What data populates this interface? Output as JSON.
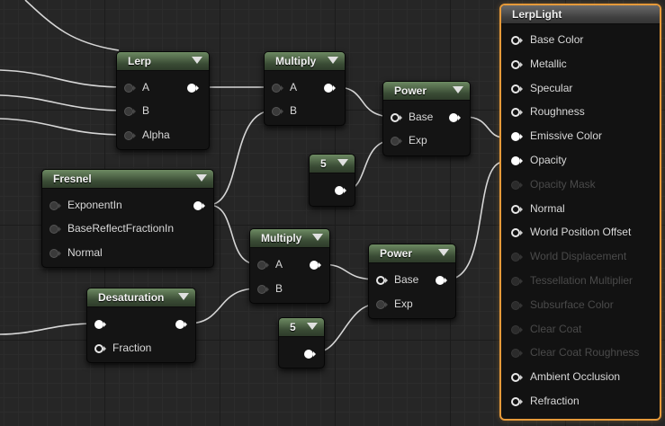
{
  "nodes": {
    "lerp": {
      "title": "Lerp",
      "in": [
        "A",
        "B",
        "Alpha"
      ]
    },
    "multiply1": {
      "title": "Multiply",
      "in": [
        "A",
        "B"
      ]
    },
    "power1": {
      "title": "Power",
      "in": [
        "Base",
        "Exp"
      ]
    },
    "const1": {
      "title": "5"
    },
    "fresnel": {
      "title": "Fresnel",
      "in": [
        "ExponentIn",
        "BaseReflectFractionIn",
        "Normal"
      ]
    },
    "multiply2": {
      "title": "Multiply",
      "in": [
        "A",
        "B"
      ]
    },
    "power2": {
      "title": "Power",
      "in": [
        "Base",
        "Exp"
      ]
    },
    "const2": {
      "title": "5"
    },
    "desaturation": {
      "title": "Desaturation",
      "in": [
        "Fraction"
      ]
    }
  },
  "result": {
    "title": "LerpLight",
    "inputs": [
      {
        "label": "Base Color",
        "enabled": true
      },
      {
        "label": "Metallic",
        "enabled": true
      },
      {
        "label": "Specular",
        "enabled": true
      },
      {
        "label": "Roughness",
        "enabled": true
      },
      {
        "label": "Emissive Color",
        "enabled": true
      },
      {
        "label": "Opacity",
        "enabled": true
      },
      {
        "label": "Opacity Mask",
        "enabled": false
      },
      {
        "label": "Normal",
        "enabled": true
      },
      {
        "label": "World Position Offset",
        "enabled": true
      },
      {
        "label": "World Displacement",
        "enabled": false
      },
      {
        "label": "Tessellation Multiplier",
        "enabled": false
      },
      {
        "label": "Subsurface Color",
        "enabled": false
      },
      {
        "label": "Clear Coat",
        "enabled": false
      },
      {
        "label": "Clear Coat Roughness",
        "enabled": false
      },
      {
        "label": "Ambient Occlusion",
        "enabled": true
      },
      {
        "label": "Refraction",
        "enabled": true
      }
    ]
  },
  "colors": {
    "result_outline": "#e69a3a",
    "node_header": "#4b6343",
    "wire": "#d6d6d6"
  }
}
